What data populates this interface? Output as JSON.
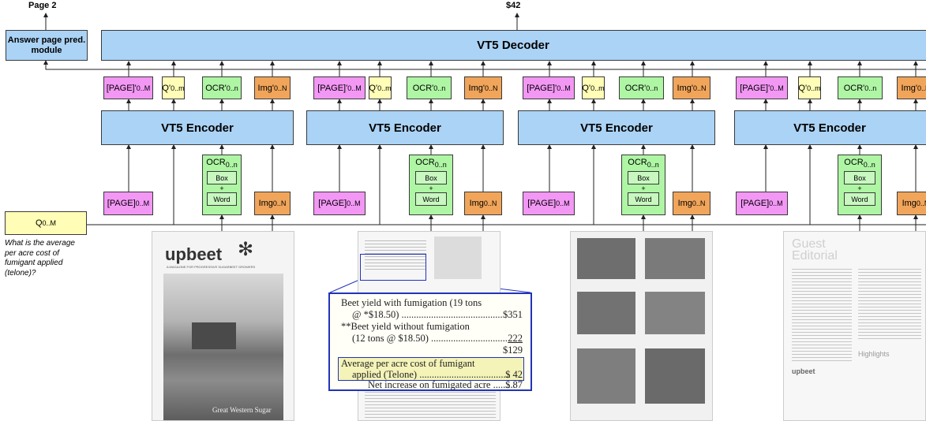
{
  "outputs": {
    "answer_page": "Page 2",
    "answer": "$42"
  },
  "modules": {
    "answer_page_module": "Answer page pred. module",
    "decoder": "VT5 Decoder",
    "encoder": "VT5 Encoder"
  },
  "tokens": {
    "page_out": "[PAGE]'",
    "page_out_sub": "0..M",
    "q_out": "Q'",
    "q_out_sub": "0..m",
    "ocr_out": "OCR'",
    "ocr_out_sub": "0..n",
    "img_out": "Img'",
    "img_out_sub": "0..N",
    "page_in": "[PAGE]",
    "page_in_sub": "0..M",
    "ocr_in": "OCR",
    "ocr_in_sub": "0..n",
    "box": "Box",
    "plus": "+",
    "word": "Word",
    "img_in": "Img",
    "img_in_sub": "0..N",
    "q_in": "Q",
    "q_in_sub": "0..M"
  },
  "question": "What is the average per acre cost of fumigant applied (telone)?",
  "documents": {
    "doc1": {
      "brand": "upbeet",
      "tagline": "A MAGAZINE FOR PROGRESSIVE SUGARBEET GROWERS",
      "caption": "Great Western Sugar"
    },
    "doc4": {
      "title_line1": "Guest",
      "title_line2": "Editorial",
      "brand": "upbeet",
      "section": "Highlights"
    }
  },
  "zoom_table": {
    "rows": [
      {
        "label": "Beet yield with fumigation (19 tons",
        "value": ""
      },
      {
        "label": "@ *$18.50) .........................................",
        "value": "$351"
      },
      {
        "label": "**Beet yield without fumigation",
        "value": ""
      },
      {
        "label": "(12 tons @ $18.50) ...............................",
        "value": "222"
      },
      {
        "label": "",
        "value": "$129"
      },
      {
        "label": "Average per acre cost of fumigant",
        "value": ""
      },
      {
        "label": "applied (Telone) .....................................",
        "value": "$ 42"
      },
      {
        "label": "Net increase on fumigated acre .........",
        "value": "$ 87"
      }
    ]
  },
  "colors": {
    "module_blue": "#abd3f5",
    "page_pink": "#f397f5",
    "question_yellow": "#fffdb6",
    "ocr_green": "#aef5a4",
    "img_orange": "#f1a55a",
    "highlight_blue": "#2233bb"
  }
}
